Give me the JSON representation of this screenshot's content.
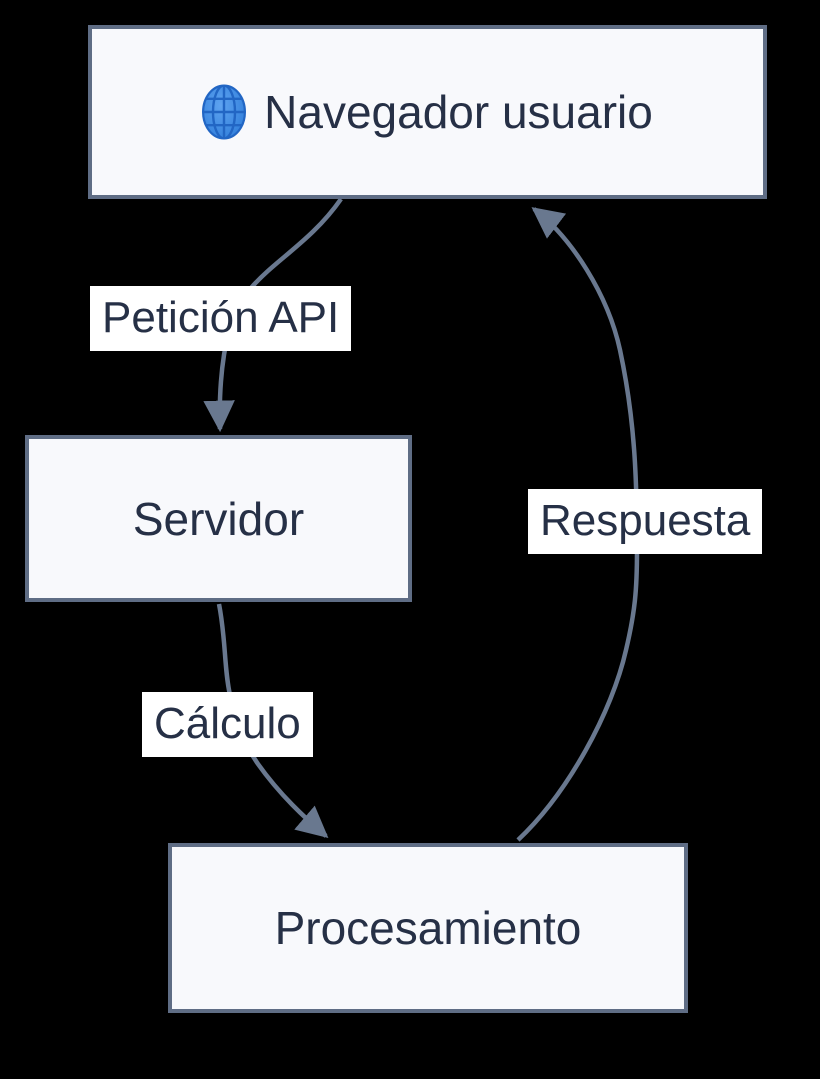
{
  "theme": {
    "background": "#000000",
    "node_fill": "#f8f9fc",
    "node_border": "#5f6d85",
    "edge_color": "#69788f",
    "text_color": "#263046",
    "edge_label_bg": "#ffffff",
    "globe_fill": "#2e7cd9",
    "globe_line": "#2266c4"
  },
  "nodes": [
    {
      "id": "browser",
      "label": "Navegador usuario",
      "icon": "globe-with-meridians"
    },
    {
      "id": "server",
      "label": "Servidor"
    },
    {
      "id": "processing",
      "label": "Procesamiento"
    }
  ],
  "edges": [
    {
      "from": "browser",
      "to": "server",
      "label": "Petición API"
    },
    {
      "from": "server",
      "to": "processing",
      "label": "Cálculo"
    },
    {
      "from": "processing",
      "to": "browser",
      "label": "Respuesta"
    }
  ]
}
